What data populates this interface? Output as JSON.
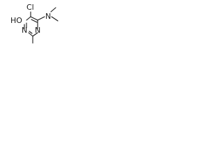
{
  "molecule": {
    "atoms": {
      "chlorine": "Cl",
      "hydroxyl": "HO",
      "amine_nitrogen": "N",
      "ring_nitrogen_right": "N",
      "ring_nitrogen_left": "N"
    }
  }
}
